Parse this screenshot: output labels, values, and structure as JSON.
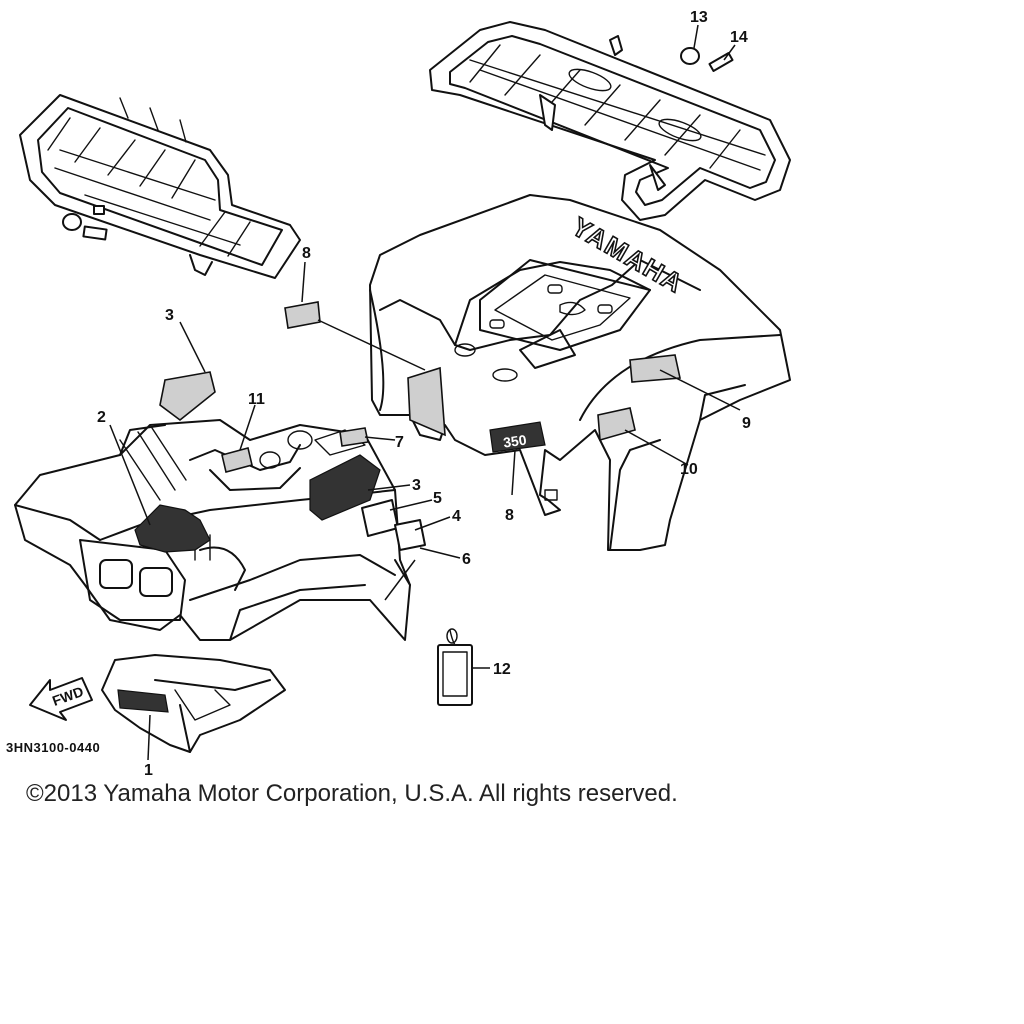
{
  "diagram": {
    "callouts": [
      {
        "id": "c1",
        "label": "1"
      },
      {
        "id": "c2",
        "label": "2"
      },
      {
        "id": "c3a",
        "label": "3"
      },
      {
        "id": "c3b",
        "label": "3"
      },
      {
        "id": "c4",
        "label": "4"
      },
      {
        "id": "c5",
        "label": "5"
      },
      {
        "id": "c6",
        "label": "6"
      },
      {
        "id": "c7",
        "label": "7"
      },
      {
        "id": "c8a",
        "label": "8"
      },
      {
        "id": "c8b",
        "label": "8"
      },
      {
        "id": "c9",
        "label": "9"
      },
      {
        "id": "c10",
        "label": "10"
      },
      {
        "id": "c11",
        "label": "11"
      },
      {
        "id": "c12",
        "label": "12"
      },
      {
        "id": "c13",
        "label": "13"
      },
      {
        "id": "c14",
        "label": "14"
      }
    ],
    "part_code": "3HN3100-0440",
    "fender_brand": "YAMAHA",
    "arrow_label": "FWD",
    "emblem_text": "350"
  },
  "footer": {
    "copyright": "©2013 Yamaha Motor Corporation, U.S.A. All rights reserved."
  }
}
